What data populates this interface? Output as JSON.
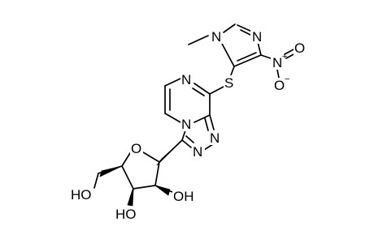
{
  "atoms": {
    "n_methyl": "N",
    "n_imidazole": "N",
    "n_nitro": "N",
    "nitro_charge": "+",
    "o_nitro_top": "O",
    "o_nitro_bottom": "O",
    "o_nitro_charge": "−",
    "s_thioether": "S",
    "n_pyrazine": "N",
    "n_bridge": "N",
    "n_triazole_1": "N",
    "n_triazole_2": "N",
    "o_ring": "O",
    "oh_left": "HO",
    "oh_bottom": "HO",
    "oh_right": "OH"
  },
  "colors": {
    "bond": "#000000",
    "background": "#ffffff"
  }
}
